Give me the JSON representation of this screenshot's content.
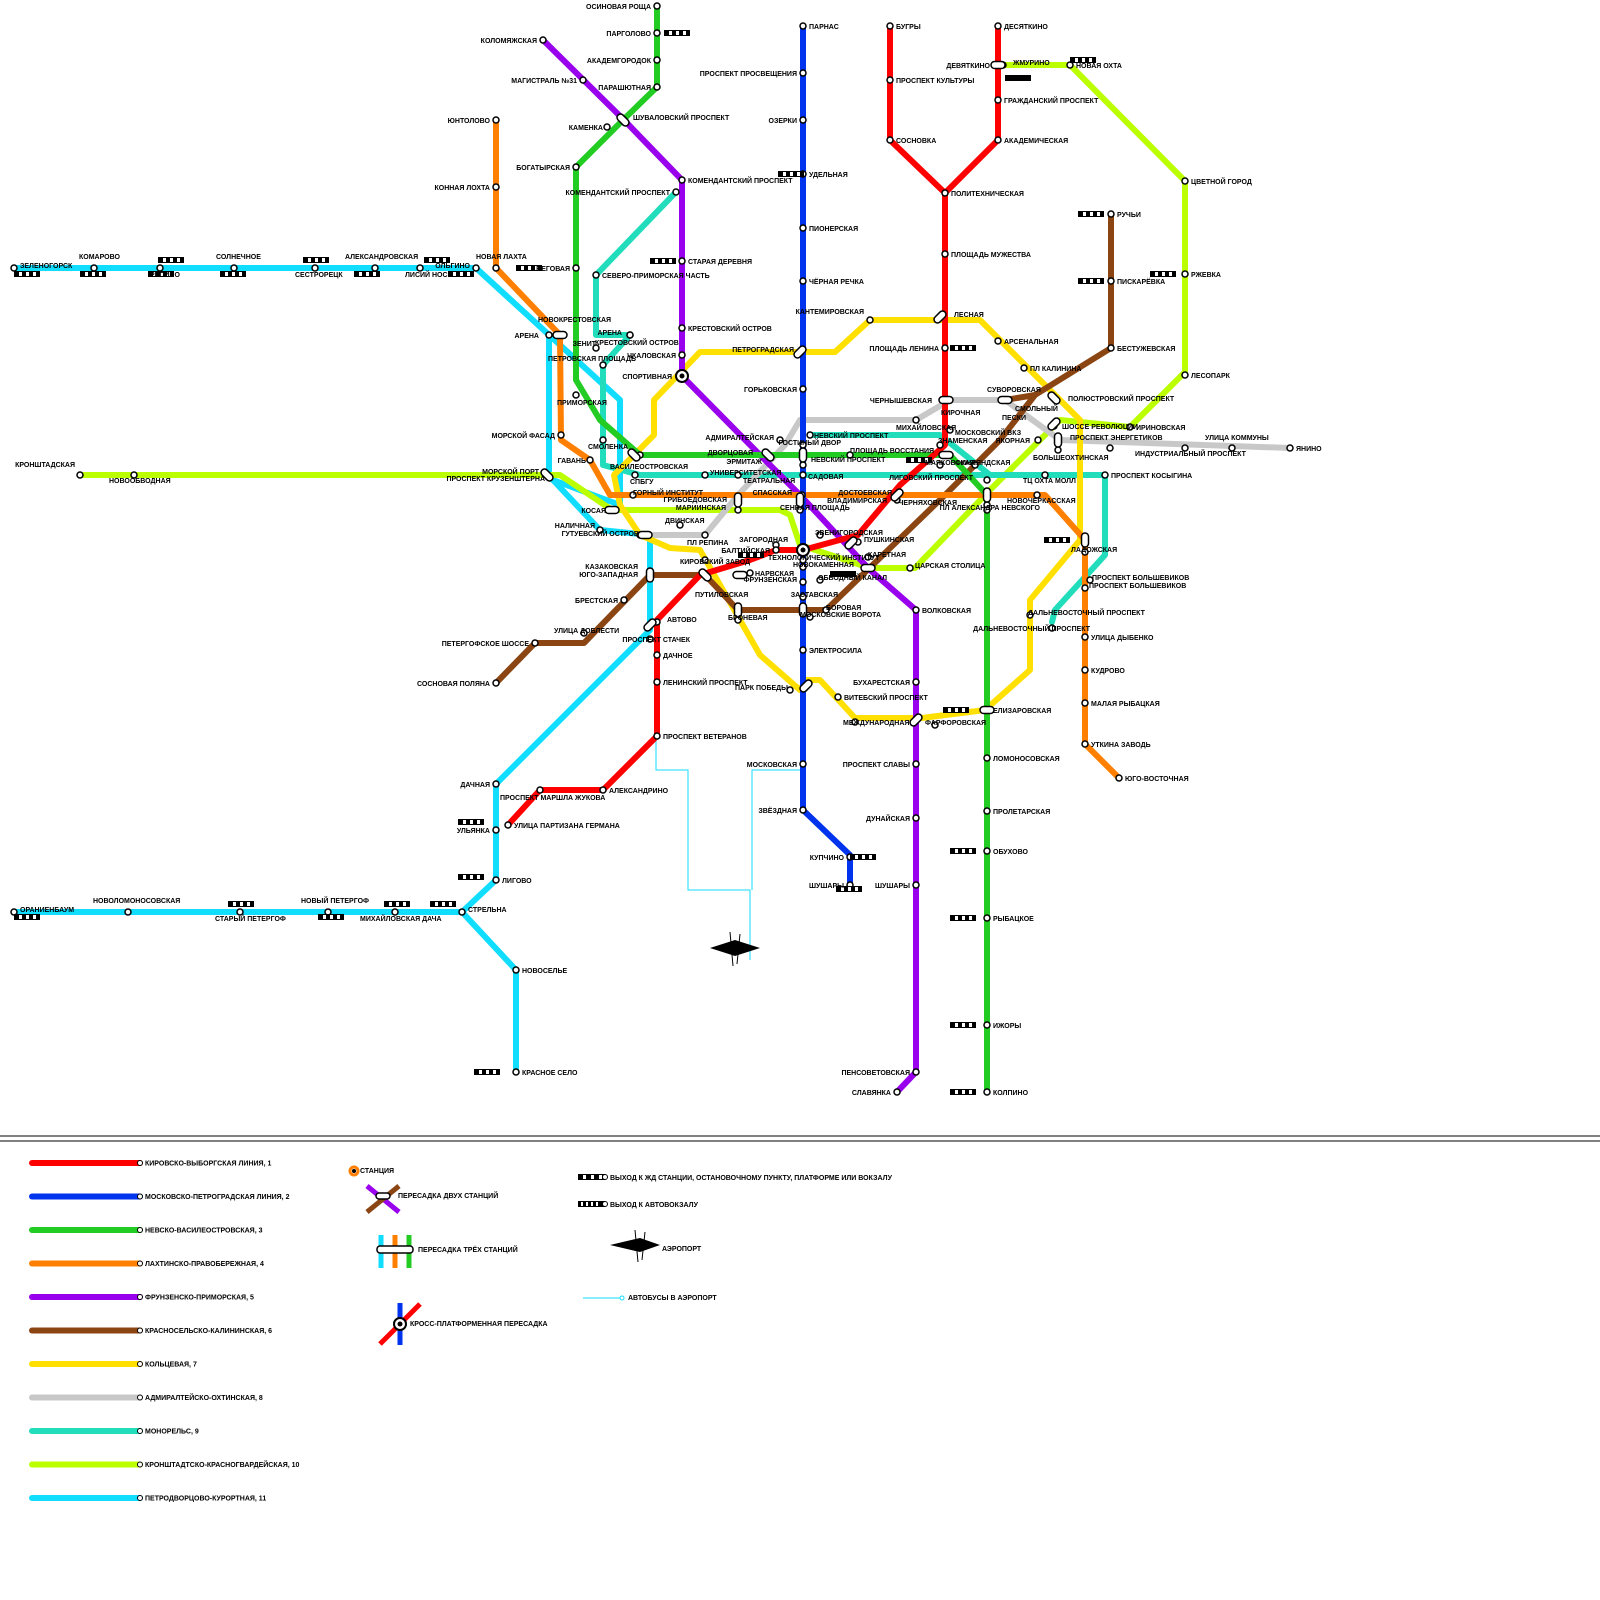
{
  "colors": {
    "l1": "#ff0000",
    "l2": "#0033ee",
    "l3": "#22cc22",
    "l4": "#ff8000",
    "l5": "#9900ee",
    "l6": "#8b4513",
    "l7": "#ffe000",
    "l8": "#c8c8c8",
    "l9": "#22ddbb",
    "l10": "#bbff00",
    "l11": "#11ddff"
  },
  "stations": {
    "osinovaya_roshcha": "ОСИНОВАЯ РОЩА",
    "pargolovo": "ПАРГОЛОВО",
    "akademgorodok": "АКАДЕМГОРОДОК",
    "parashyutnaya": "ПАРАШЮТНАЯ",
    "shuvalovsky": "ШУВАЛОВСКИЙ ПРОСПЕКТ",
    "kamenka": "КАМЕНКА",
    "bogatyrskaya": "БОГАТЫРСКАЯ",
    "komendantsky_3": "КОМЕНДАНТСКИЙ ПРОСПЕКТ",
    "komendantsky_5": "КОМЕНДАНТСКИЙ ПРОСПЕКТ",
    "begovaya": "БЕГОВАЯ",
    "kolomyazhskaya": "КОЛОМЯЖСКАЯ",
    "magistral": "МАГИСТРАЛЬ №31",
    "staraya_derevnya": "СТАРАЯ ДЕРЕВНЯ",
    "severo_primorskaya": "СЕВЕРО-ПРИМОРСКАЯ ЧАСТЬ",
    "krestovsky": "КРЕСТОВСКИЙ ОСТРОВ",
    "chkalovskaya": "ЧКАЛОВСКАЯ",
    "sportivnaya": "СПОРТИВНАЯ",
    "parnas": "ПАРНАС",
    "pr_prosvesheniya": "ПРОСПЕКТ ПРОСВЕЩЕНИЯ",
    "ozerki": "ОЗЕРКИ",
    "udelnaya": "УДЕЛЬНАЯ",
    "pionerskaya": "ПИОНЕРСКАЯ",
    "chernaya_rechka": "ЧЁРНАЯ РЕЧКА",
    "petrogradskaya": "ПЕТРОГРАДСКАЯ",
    "gorkovskaya": "ГОРЬКОВСКАЯ",
    "bugry": "БУГРЫ",
    "pr_kultury": "ПРОСПЕКТ КУЛЬТУРЫ",
    "sosnovka": "СОСНОВКА",
    "devyatkino_top": "ДЕСЯТКИНО",
    "devyatkino": "ДЕВЯТКИНО",
    "grazhdansky": "ГРАЖДАНСКИЙ ПРОСПЕКТ",
    "akademicheskaya": "АКАДЕМИЧЕСКАЯ",
    "politekhnicheskaya": "ПОЛИТЕХНИЧЕСКАЯ",
    "pl_muzhestva": "ПЛОЩАДЬ МУЖЕСТВА",
    "lesnaya": "ЛЕСНАЯ",
    "vyborgskaya": "ПЛОЩАДЬ ЛЕНИНА",
    "kantemirovskaya": "КАНТЕМИРОВСКАЯ",
    "arsenalnaya": "АРСЕНАЛЬНАЯ",
    "pl_kalinina": "ПЛ КАЛИНИНА",
    "murino": "ЖМУРИНО",
    "novaya_okhta": "НОВАЯ ОХТА",
    "tsvetnoy_gorod": "ЦВЕТНОЙ ГОРОД",
    "ruchyi": "РУЧЬИ",
    "piskarevka": "ПИСКАРЁВКА",
    "rzhevka": "РЖЕВКА",
    "bestuzhevskaya": "БЕСТУЖЕВСКАЯ",
    "polyustrovsky": "ПОЛЮСТРОВСКИЙ ПРОСПЕКТ",
    "lesopark": "ЛЕСОПАРК",
    "shosse_revolyutsii": "ШОССЕ РЕВОЛЮЦИИ",
    "irinovskaya": "ИРИНОВСКАЯ",
    "pr_energetikov": "ПРОСПЕКТ ЭНЕРГЕТИКОВ",
    "ul_kommuny": "УЛИЦА КОММУНЫ",
    "industrialny": "ИНДУСТРИАЛЬНЫЙ ПРОСПЕКТ",
    "yanino": "ЯНИНО",
    "chernyshevskaya": "ЧЕРНЫШЕВСКАЯ",
    "kirochnaya": "КИРОЧНАЯ",
    "suvorovskaya": "СУВОРОВСКАЯ",
    "smolny": "СМОЛЬНЫЙ",
    "peski": "ПЕСКИ",
    "mikhailovskaya": "МИХАЙЛОВСКАЯ",
    "moskovsky_vkz": "МОСКОВСКИЙ ВКЗ",
    "znamenskaya": "ЗНАМЕНСКАЯ",
    "yakornaya": "ЯКОРНАЯ",
    "bolsheokhtinskaya": "БОЛЬШЕОХТИНСКАЯ",
    "zelenogorsk": "ЗЕЛЕНОГОРСК",
    "komarovo": "КОМАРОВО",
    "repino": "РЕПИНО",
    "solnechnoe": "СОЛНЕЧНОЕ",
    "sestroretsk": "СЕСТРОРЕЦК",
    "aleksandrovskaya": "АЛЕКСАНДРОВСКАЯ",
    "lisiy_nos": "ЛИСИЙ НОС",
    "olgino": "ОЛЬГИНО",
    "novaya_lakhta": "НОВАЯ ЛАХТА",
    "yuntolovo": "ЮНТОЛОВО",
    "konnaya_lakhta": "КОННАЯ ЛОХТА",
    "novokrestovskaya": "НОВОКРЕСТОВСКАЯ",
    "arena_11": "АРЕНА",
    "arena_9": "АРЕНА",
    "zenit": "ЗЕНИТ",
    "krestovsky_9": "КРЕСТОВСКИЙ ОСТРОВ",
    "petrovskaya": "ПЕТРОВСКАЯ ПЛОЩАДЬ",
    "primorskaya": "ПРИМОРСКАЯ",
    "morskoy_fasad": "МОРСКОЙ ФАСАД",
    "smolenka": "СМОЛЕНКА",
    "gavan": "ГАВАНЬ",
    "vasileostrovskaya": "ВАСИЛЕОСТРОВСКАЯ",
    "dvortsovaya": "ДВОРЦОВАЯ",
    "ermitazh": "ЭРМИТАЖ",
    "admiralteyskaya": "АДМИРАЛТЕЙСКАЯ",
    "gostiny_dvor": "ГОСТИНЫЙ ДВОР",
    "nevsky_3": "НЕВСКИЙ ПРОСПЕКТ",
    "nevsky_2": "НЕВСКИЙ ПРОСПЕКТ",
    "pl_vosstaniya": "ПЛОЩАДЬ ВОССТАНИЯ",
    "mayakovskaya": "МАЯКОВСКАЯ",
    "finlyandskaya": "ФИНЛЯНДСКАЯ",
    "kronshtadtskaya": "КРОНШТАДСКАЯ",
    "novoobvodnaya": "НОВООБВОДНАЯ",
    "morskoy_port": "МОРСКОЙ ПОРТ",
    "pr_kruzenshterna": "ПРОСПЕКТ КРУЗЕНШТЕРНА",
    "spbgu": "СПБГУ",
    "universitetskaya": "УНИВЕРСИТЕТСКАЯ",
    "teatralnaya": "ТЕАТРАЛЬНАЯ",
    "sadovaya": "САДОВАЯ",
    "gorny": "ГОРНЫЙ ИНСТИТУТ",
    "griboedovskaya": "ГРИБОЕДОВСКАЯ",
    "mariinskaya": "МАРИИНСКАЯ",
    "spasskaya": "СПАССКАЯ",
    "sennaya": "СЕННАЯ ПЛОЩАДЬ",
    "dostoevskaya": "ДОСТОЕВСКАЯ",
    "vladimirskaya": "ВЛАДИМИРСКАЯ",
    "ligovsky": "ЛИГОВСКИЙ ПРОСПЕКТ",
    "chernyakhovskaya": "ЧЕРНЯХОВСКАЯ",
    "pl_al_nevskogo": "ПЛ АЛЕКСАНДРА НЕВСКОГО",
    "tts_okhta": "ТЦ ОХТА МОЛЛ",
    "pr_kosygina": "ПРОСПЕКТ КОСЫГИНА",
    "novocherkasskaya": "НОВОЧЕРКАССКАЯ",
    "ladozhskaya": "ЛАДОЖСКАЯ",
    "pr_bolshevikov_a": "ПРОСПЕКТ БОЛЬШЕВИКОВ",
    "pr_bolshevikov_b": "ПРОСПЕКТ БОЛЬШЕВИКОВ",
    "dalnevostochny_a": "ДАЛЬНЕВОСТОЧНЫЙ ПРОСПЕКТ",
    "dalnevostochny_b": "ДАЛЬНЕВОСТОЧНЫЙ ПРОСПЕКТ",
    "ul_dybenko": "УЛИЦА ДЫБЕНКО",
    "kudrovo": "КУДРОВО",
    "malaya_rybatskaya": "МАЛАЯ РЫБАЦКАЯ",
    "utkina_zavod": "УТКИНА ЗАВОДЬ",
    "yugo_vostochnaya": "ЮГО-ВОСТОЧНАЯ",
    "kosaya": "КОСАЯ",
    "nalichnaya": "НАЛИЧНАЯ",
    "gutuevsky": "ГУТУЕВСКИЙ ОСТРОВ",
    "dvinskaya": "ДВИНСКАЯ",
    "pl_repina": "ПЛ РЕПИНА",
    "zagorodnaya": "ЗАГОРОДНАЯ",
    "baltiyskaya": "БАЛТИЙСКАЯ",
    "tekhnologichesky": "ТЕХНОЛОГИЧЕСКИЙ ИНСТИТУТ",
    "zvenigorodskaya": "ЗВЕНИГОРОДСКАЯ",
    "pushkinskaya": "ПУШКИНСКАЯ",
    "karetnaya": "КАРЕТНАЯ",
    "novokamennaya": "НОВОКАМЕННАЯ",
    "obvodny": "ОБВОДНЫЙ КАНАЛ",
    "tsarskaya": "ЦАРСКАЯ СТОЛИЦА",
    "kazakovskaya": "КАЗАКОВСКАЯ",
    "yugo_zapadnaya": "ЮГО-ЗАПАДНАЯ",
    "kirovsky_zavod": "КИРОВСКИЙ ЗАВОД",
    "narvskaya": "НАРВСКАЯ",
    "frunzenskaya": "ФРУНЗЕНСКАЯ",
    "putilovskaya": "ПУТИЛОВСКАЯ",
    "zastavskaya": "ЗАСТАВСКАЯ",
    "borovaya": "БОРОВАЯ",
    "moskovskie_vorota": "МОСКОВСКИЕ ВОРОТА",
    "volkovskaya": "ВОЛКОВСКАЯ",
    "bronevaya": "БРОНЕВАЯ",
    "brestskaya": "БРЕСТСКАЯ",
    "avtovo": "АВТОВО",
    "ul_doblesti": "УЛИЦА ДОБЛЕСТИ",
    "pr_stachek": "ПРОСПЕКТ СТАЧЕК",
    "petergofskoe": "ПЕТЕРГОФСКОЕ ШОССЕ",
    "sosnovaya_polyana": "СОСНОВАЯ ПОЛЯНА",
    "dachnoe": "ДАЧНОЕ",
    "leninsky": "ЛЕНИНСКИЙ ПРОСПЕКТ",
    "elektrosila": "ЭЛЕКТРОСИЛА",
    "park_pobedy": "ПАРК ПОБЕДЫ",
    "vitebsky": "ВИТЕБСКИЙ ПРОСПЕКТ",
    "bukharestskaya": "БУХАРЕСТСКАЯ",
    "mezhdunarodnaya": "МЕЖДУНАРОДНАЯ",
    "farforovskaya": "ФАРФОРОВСКАЯ",
    "elizarovskaya": "ЕЛИЗАРОВСКАЯ",
    "lomonosovskaya": "ЛОМОНОСОВСКАЯ",
    "proletarskaya": "ПРОЛЕТАРСКАЯ",
    "obukhovo": "ОБУХОВО",
    "rybatskoe": "РЫБАЦКОЕ",
    "izhory": "ИЖОРЫ",
    "kolpino": "КОЛПИНО",
    "pr_veteranov": "ПРОСПЕКТ ВЕТЕРАНОВ",
    "moskovskaya": "МОСКОВСКАЯ",
    "pr_slavy": "ПРОСПЕКТ СЛАВЫ",
    "dunayskaya": "ДУНАЙСКАЯ",
    "shushary_5": "ШУШАРЫ",
    "zvezdnaya": "ЗВЁЗДНАЯ",
    "kupchino": "КУПЧИНО",
    "shushary": "ШУШАРЫ",
    "dachnaya": "ДАЧНАЯ",
    "pr_zhukova": "ПРОСПЕКТ МАРШЛА ЖУКОВА",
    "aleksandrino": "АЛЕКСАНДРИНО",
    "ul_germana": "УЛИЦА ПАРТИЗАНА ГЕРМАНА",
    "ulyanka": "УЛЬЯНКА",
    "ligovo": "ЛИГОВО",
    "oranienbaum": "ОРАНИЕНБАУМ",
    "novolomonosovskaya": "НОВОЛОМОНОСОВСКАЯ",
    "stary_petergof": "СТАРЫЙ ПЕТЕРГОФ",
    "novy_petergof": "НОВЫЙ ПЕТЕРГОФ",
    "mikhailovskaya_dacha": "МИХАЙЛОВСКАЯ ДАЧА",
    "strelna": "СТРЕЛЬНА",
    "novoselye": "НОВОСЕЛЬЕ",
    "krasnoe_selo": "КРАСНОЕ СЕЛО",
    "pensionerskaya": "ПЕНСОВЕТОВСКАЯ",
    "slavyanka": "СЛАВЯНКА"
  },
  "legend": {
    "lines": [
      {
        "label": "КИРОВСКО-ВЫБОРГСКАЯ ЛИНИЯ, 1",
        "color": "#ff0000"
      },
      {
        "label": "МОСКОВСКО-ПЕТРОГРАДСКАЯ ЛИНИЯ, 2",
        "color": "#0033ee"
      },
      {
        "label": "НЕВСКО-ВАСИЛЕОСТРОВСКАЯ, 3",
        "color": "#22cc22"
      },
      {
        "label": "ЛАХТИНСКО-ПРАВОБЕРЕЖНАЯ, 4",
        "color": "#ff8000"
      },
      {
        "label": "ФРУНЗЕНСКО-ПРИМОРСКАЯ, 5",
        "color": "#9900ee"
      },
      {
        "label": "КРАСНОСЕЛЬСКО-КАЛИНИНСКАЯ, 6",
        "color": "#8b4513"
      },
      {
        "label": "КОЛЬЦЕВАЯ, 7",
        "color": "#ffe000"
      },
      {
        "label": "АДМИРАЛТЕЙСКО-ОХТИНСКАЯ, 8",
        "color": "#c8c8c8"
      },
      {
        "label": "МОНОРЕЛЬС, 9",
        "color": "#22ddbb"
      },
      {
        "label": "КРОНШТАДТСКО-КРАСНОГВАРДЕЙСКАЯ, 10",
        "color": "#bbff00"
      },
      {
        "label": "ПЕТРОДВОРЦОВО-КУРОРТНАЯ, 11",
        "color": "#11ddff"
      }
    ],
    "station": "СТАНЦИЯ",
    "transfer_two": "ПЕРЕСАДКА ДВУХ СТАНЦИЙ",
    "transfer_three": "ПЕРЕСАДКА ТРЁХ СТАНЦИЙ",
    "cross_platform": "КРОСС-ПЛАТФОРМЕННАЯ ПЕРЕСАДКА",
    "rail_exit": "ВЫХОД К ЖД СТАНЦИИ, ОСТАНОВОЧНОМУ ПУНКТУ, ПЛАТФОРМЕ ИЛИ ВОКЗАЛУ",
    "bus_exit": "ВЫХОД К АВТОВОКЗАЛУ",
    "airport": "АЭРОПОРТ",
    "airport_bus": "АВТОБУСЫ В АЭРОПОРТ"
  }
}
